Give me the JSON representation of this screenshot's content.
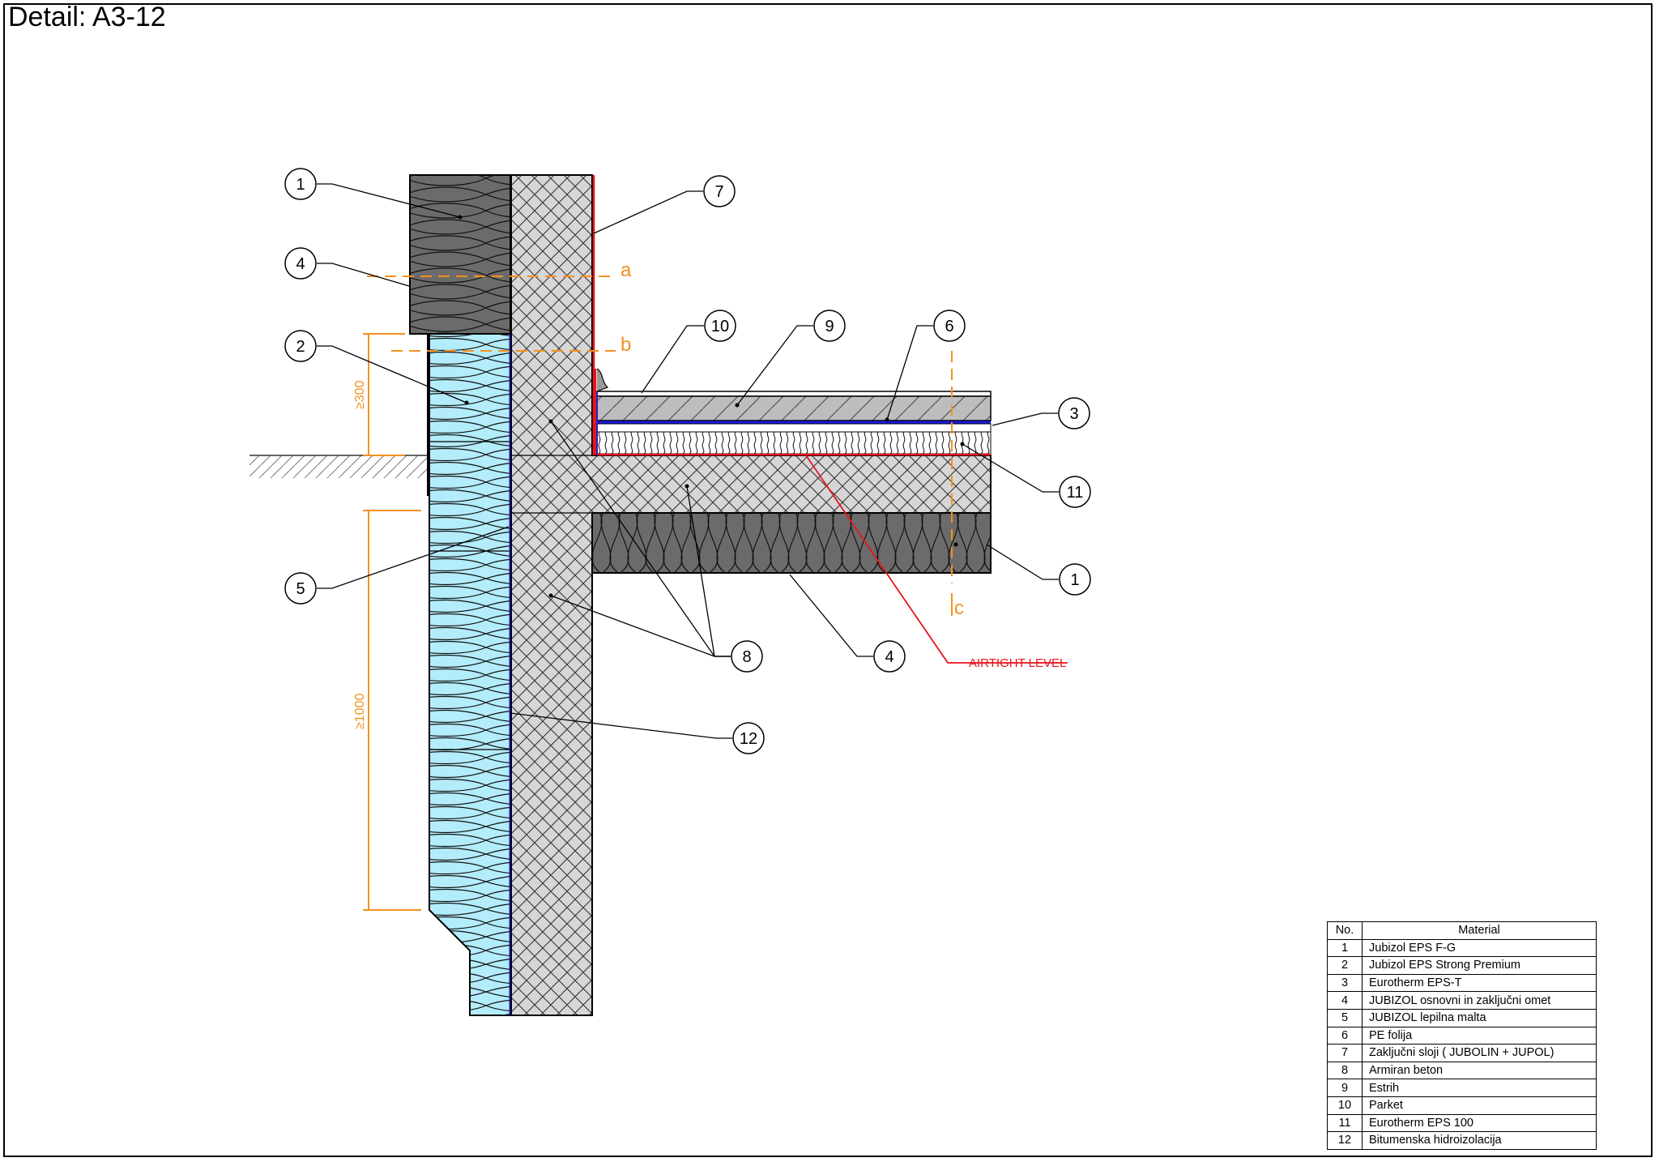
{
  "title": "Detail: A3-12",
  "callouts": {
    "c1_top": "1",
    "c4_top": "4",
    "c2": "2",
    "c5": "5",
    "c7": "7",
    "c10": "10",
    "c9": "9",
    "c6": "6",
    "c3": "3",
    "c11": "11",
    "c1_right": "1",
    "c8": "8",
    "c4_bottom": "4",
    "c12": "12"
  },
  "section_marks": {
    "a": "a",
    "b": "b",
    "c": "c"
  },
  "dimensions": {
    "d300": "≥300",
    "d1000": "≥1000"
  },
  "airtight_label": "AIRTIGHT LEVEL",
  "legend": {
    "header_no": "No.",
    "header_material": "Material",
    "rows": [
      {
        "no": "1",
        "material": "Jubizol EPS F-G"
      },
      {
        "no": "2",
        "material": "Jubizol EPS Strong Premium"
      },
      {
        "no": "3",
        "material": "Eurotherm EPS-T"
      },
      {
        "no": "4",
        "material": "JUBIZOL osnovni in zaključni omet"
      },
      {
        "no": "5",
        "material": "JUBIZOL lepilna malta"
      },
      {
        "no": "6",
        "material": "PE folija"
      },
      {
        "no": "7",
        "material": "Zaključni sloji  ( JUBOLIN + JUPOL)"
      },
      {
        "no": "8",
        "material": "Armiran beton"
      },
      {
        "no": "9",
        "material": "Estrih"
      },
      {
        "no": "10",
        "material": "Parket"
      },
      {
        "no": "11",
        "material": "Eurotherm EPS 100"
      },
      {
        "no": "12",
        "material": "Bitumenska hidroizolacija"
      }
    ]
  },
  "colors": {
    "insulation_dark": "#6b6b6b",
    "insulation_light": "#b3ecfa",
    "concrete": "#d8d8d8",
    "screed": "#bfbfbf",
    "orange": "#f5901e",
    "red": "#e8141c",
    "blue": "#1a1ae0"
  }
}
